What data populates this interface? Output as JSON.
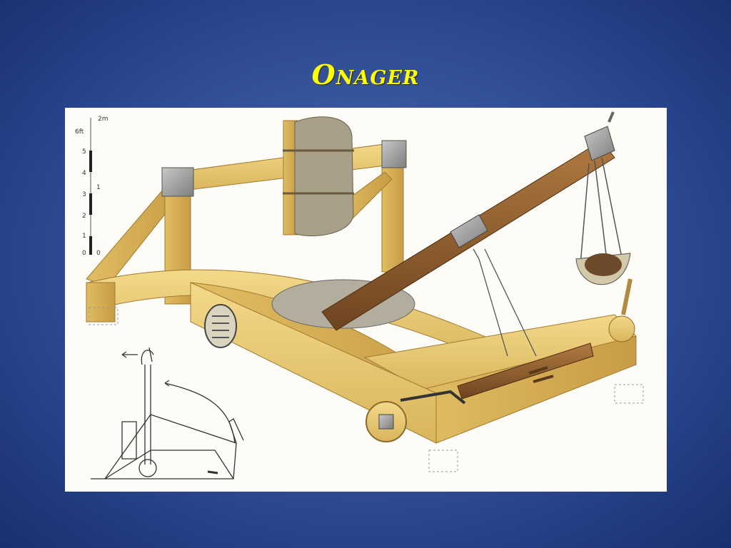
{
  "slide": {
    "title": "Onager"
  },
  "figure": {
    "scale": {
      "feet_unit": "6ft",
      "meters_unit": "2m",
      "feet_ticks": [
        "5",
        "4",
        "3",
        "2",
        "1",
        "0"
      ],
      "meter_ticks": [
        "1",
        "0"
      ]
    }
  }
}
